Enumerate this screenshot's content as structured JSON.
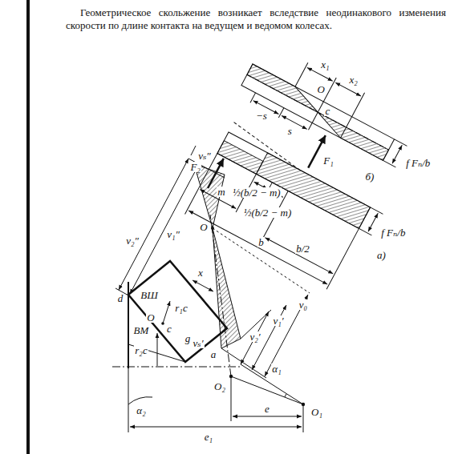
{
  "diagram": {
    "caption": "Геометрическое скольжение возникает вследствие неодинакового изменения скорости по длине контакта на ведущем и ведомом колесах.",
    "labels": [
      "x₁",
      "x₂",
      "O",
      "c",
      "−s",
      "s",
      "F₁",
      "f Fₙ/b",
      "б)",
      "F₂",
      "½(b/2 − m)",
      "½(b/2 − m)",
      "m",
      "b",
      "b/2",
      "f Fₙ/b",
      "а)",
      "vₛ″",
      "v₂″",
      "v₁″",
      "O",
      "vₛ′",
      "v₂′",
      "v₁′",
      "v₀",
      "d",
      "ВШ",
      "ВМ",
      "O",
      "c",
      "r₁c",
      "g",
      "a",
      "x",
      "r₂c",
      "O₂",
      "α₂",
      "α₁",
      "O₁",
      "e₁",
      "e"
    ]
  }
}
